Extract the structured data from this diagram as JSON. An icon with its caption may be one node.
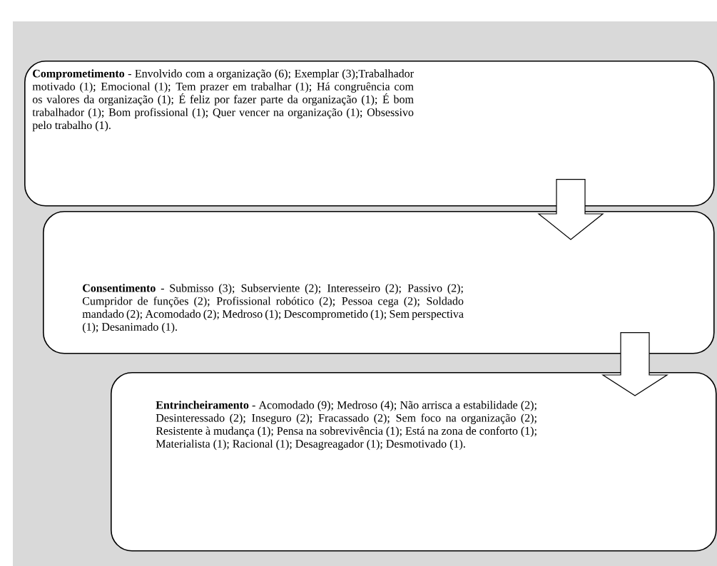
{
  "diagram": {
    "nodes": [
      {
        "text": [
          "**Comprometimento** -  Envolvido com a organização (6); Exemplar (3);Trabalhador motivado (1); Emocional (1); Tem prazer em trabalhar (1); Há congruência com os valores da organização (1); É feliz por fazer parte da organização (1); É bom trabalhador (1); Bom profissional (1); Quer vencer na organização (1); Obsessivo pelo trabalho (1)."
        ]
      },
      {
        "text": [
          "**Consentimento** -  Submisso (3); Subserviente (2); Interesseiro (2); Passivo (2); Cumpridor de funções (2); Profissional robótico (2); Pessoa cega (2); Soldado mandado (2); Acomodado (2); Medroso (1); Descomprometido (1); Sem perspectiva (1); Desanimado (1)."
        ]
      },
      {
        "text": [
          "**Entrincheiramento** - Acomodado (9); Medroso (4); Não arrisca a estabilidade (2); Desinteressado (2); Inseguro (2); Fracassado (2); Sem foco na organização (2);  Resistente à mudança (1); Pensa na sobrevivência (1); Está na zona de conforto (1); Materialista (1); Racional (1); Desagreagador (1); Desmotivado (1)."
        ]
      }
    ],
    "edges": [
      {
        "from": 0,
        "to": 1,
        "arrow": "to"
      },
      {
        "from": 1,
        "to": 2,
        "arrow": "to"
      }
    ]
  }
}
